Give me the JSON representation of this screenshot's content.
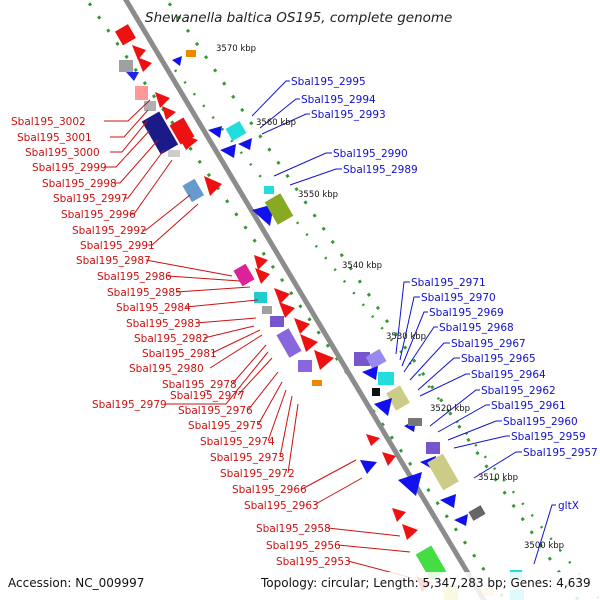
{
  "title": "Shewanella baltica OS195, complete genome",
  "footer": {
    "accession": "Accession: NC_009997",
    "summary": "Topology: circular; Length: 5,347,283 bp; Genes: 4,639"
  },
  "colors": {
    "left_label": "#cc1111",
    "right_label": "#1111cc",
    "backbone": "#8c8c8c",
    "tick_dots": "#339933"
  },
  "ticks": [
    "3570 kbp",
    "3560 kbp",
    "3550 kbp",
    "3540 kbp",
    "3530 kbp",
    "3520 kbp",
    "3510 kbp",
    "3500 kbp"
  ],
  "labels_left": [
    "Sbal195_3002",
    "Sbal195_3001",
    "Sbal195_3000",
    "Sbal195_2999",
    "Sbal195_2998",
    "Sbal195_2997",
    "Sbal195_2996",
    "Sbal195_2992",
    "Sbal195_2991",
    "Sbal195_2987",
    "Sbal195_2986",
    "Sbal195_2985",
    "Sbal195_2984",
    "Sbal195_2983",
    "Sbal195_2982",
    "Sbal195_2981",
    "Sbal195_2980",
    "Sbal195_2978",
    "Sbal195_2979",
    "Sbal195_2977",
    "Sbal195_2976",
    "Sbal195_2975",
    "Sbal195_2974",
    "Sbal195_2973",
    "Sbal195_2972",
    "Sbal195_2966",
    "Sbal195_2963",
    "Sbal195_2958",
    "Sbal195_2956",
    "Sbal195_2953"
  ],
  "labels_right": [
    "Sbal195_2995",
    "Sbal195_2994",
    "Sbal195_2993",
    "Sbal195_2990",
    "Sbal195_2989",
    "Sbal195_2971",
    "Sbal195_2970",
    "Sbal195_2969",
    "Sbal195_2968",
    "Sbal195_2967",
    "Sbal195_2965",
    "Sbal195_2964",
    "Sbal195_2962",
    "Sbal195_2961",
    "Sbal195_2960",
    "Sbal195_2959",
    "Sbal195_2957",
    "gltX"
  ]
}
